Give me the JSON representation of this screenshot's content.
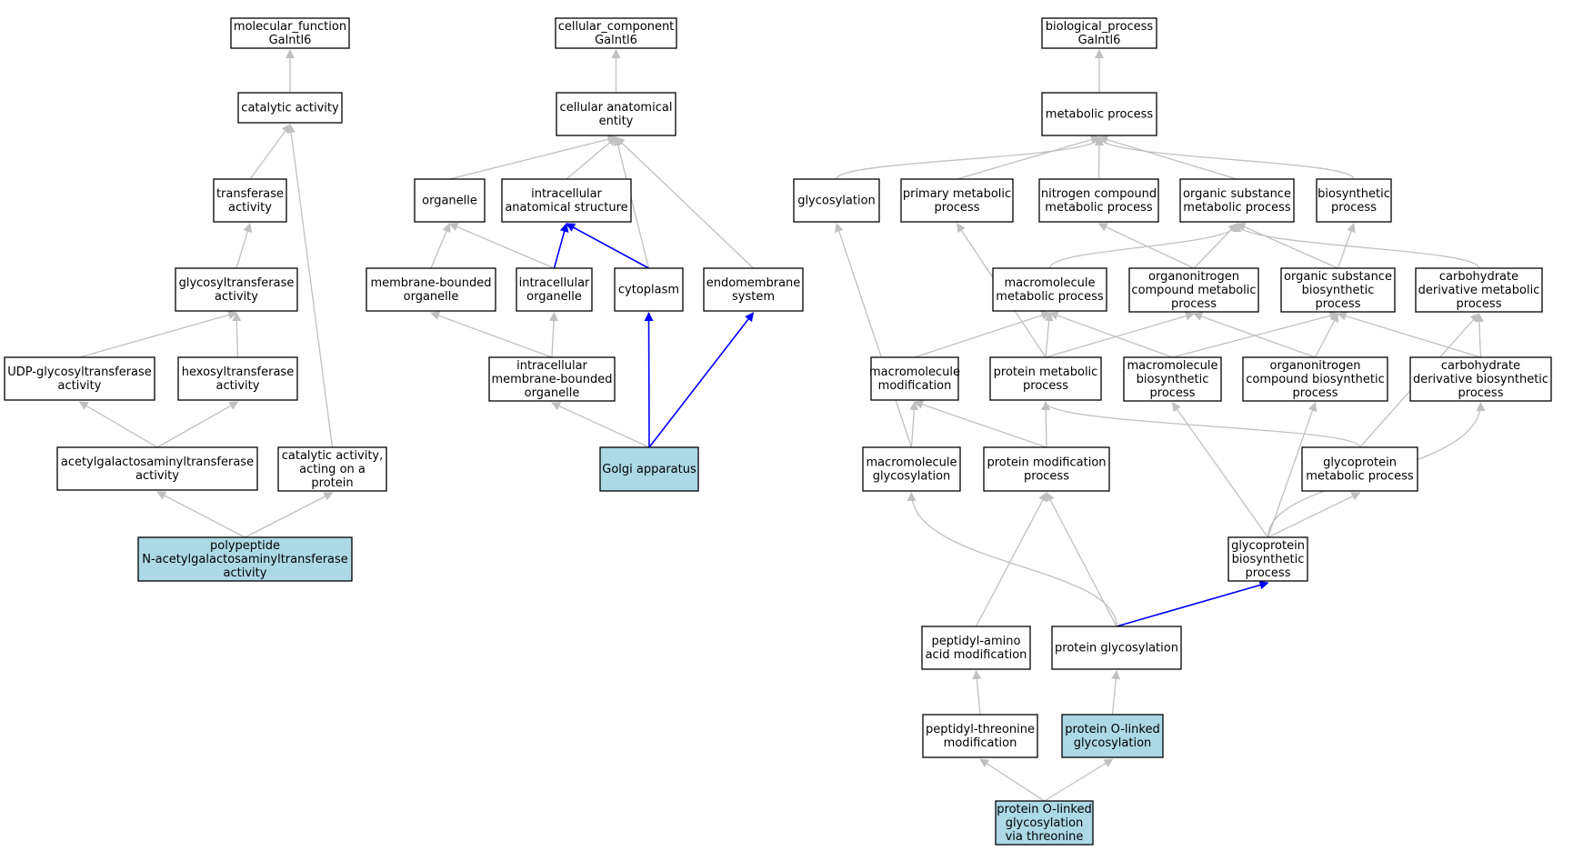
{
  "colors": {
    "highlight_fill": "#add8e6",
    "node_fill": "#ffffff",
    "edge_gray": "#c0c0c0",
    "edge_blue": "#0000ff"
  },
  "nodes": [
    {
      "id": "mf_root",
      "lines": [
        "molecular_function",
        "Galntl6"
      ]
    },
    {
      "id": "catalytic",
      "lines": [
        "catalytic activity"
      ]
    },
    {
      "id": "transferase",
      "lines": [
        "transferase",
        "activity"
      ]
    },
    {
      "id": "glycosyltransferase",
      "lines": [
        "glycosyltransferase",
        "activity"
      ]
    },
    {
      "id": "udp_glyco",
      "lines": [
        "UDP-glycosyltransferase",
        "activity"
      ]
    },
    {
      "id": "hexosyl",
      "lines": [
        "hexosyltransferase",
        "activity"
      ]
    },
    {
      "id": "acetylgal",
      "lines": [
        "acetylgalactosaminyltransferase",
        "activity"
      ]
    },
    {
      "id": "cat_protein",
      "lines": [
        "catalytic activity,",
        "acting on a",
        "protein"
      ]
    },
    {
      "id": "polypeptide",
      "lines": [
        "polypeptide",
        "N-acetylgalactosaminyltransferase",
        "activity"
      ],
      "highlight": true
    },
    {
      "id": "cc_root",
      "lines": [
        "cellular_component",
        "Galntl6"
      ]
    },
    {
      "id": "cae",
      "lines": [
        "cellular anatomical",
        "entity"
      ]
    },
    {
      "id": "organelle",
      "lines": [
        "organelle"
      ]
    },
    {
      "id": "ias",
      "lines": [
        "intracellular",
        "anatomical structure"
      ]
    },
    {
      "id": "mbo",
      "lines": [
        "membrane-bounded",
        "organelle"
      ]
    },
    {
      "id": "io",
      "lines": [
        "intracellular",
        "organelle"
      ]
    },
    {
      "id": "cytoplasm",
      "lines": [
        "cytoplasm"
      ]
    },
    {
      "id": "endomem",
      "lines": [
        "endomembrane",
        "system"
      ]
    },
    {
      "id": "imbo",
      "lines": [
        "intracellular",
        "membrane-bounded",
        "organelle"
      ]
    },
    {
      "id": "golgi",
      "lines": [
        "Golgi apparatus"
      ],
      "highlight": true
    },
    {
      "id": "bp_root",
      "lines": [
        "biological_process",
        "Galntl6"
      ]
    },
    {
      "id": "metabolic",
      "lines": [
        "metabolic process"
      ]
    },
    {
      "id": "glycosylation",
      "lines": [
        "glycosylation"
      ]
    },
    {
      "id": "primary_met",
      "lines": [
        "primary metabolic",
        "process"
      ]
    },
    {
      "id": "nitrogen_met",
      "lines": [
        "nitrogen compound",
        "metabolic process"
      ]
    },
    {
      "id": "organic_met",
      "lines": [
        "organic substance",
        "metabolic process"
      ]
    },
    {
      "id": "biosynthetic",
      "lines": [
        "biosynthetic",
        "process"
      ]
    },
    {
      "id": "macro_met",
      "lines": [
        "macromolecule",
        "metabolic process"
      ]
    },
    {
      "id": "orgnitro_met",
      "lines": [
        "organonitrogen",
        "compound metabolic",
        "process"
      ]
    },
    {
      "id": "organic_bio",
      "lines": [
        "organic substance",
        "biosynthetic",
        "process"
      ]
    },
    {
      "id": "carb_met",
      "lines": [
        "carbohydrate",
        "derivative metabolic",
        "process"
      ]
    },
    {
      "id": "macro_mod",
      "lines": [
        "macromolecule",
        "modification"
      ]
    },
    {
      "id": "protein_met",
      "lines": [
        "protein metabolic",
        "process"
      ]
    },
    {
      "id": "macro_bio",
      "lines": [
        "macromolecule",
        "biosynthetic",
        "process"
      ]
    },
    {
      "id": "orgnitro_bio",
      "lines": [
        "organonitrogen",
        "compound biosynthetic",
        "process"
      ]
    },
    {
      "id": "carb_bio",
      "lines": [
        "carbohydrate",
        "derivative biosynthetic",
        "process"
      ]
    },
    {
      "id": "macro_glyco",
      "lines": [
        "macromolecule",
        "glycosylation"
      ]
    },
    {
      "id": "protein_mod",
      "lines": [
        "protein modification",
        "process"
      ]
    },
    {
      "id": "glycoprot_met",
      "lines": [
        "glycoprotein",
        "metabolic process"
      ]
    },
    {
      "id": "glycoprot_bio",
      "lines": [
        "glycoprotein",
        "biosynthetic",
        "process"
      ]
    },
    {
      "id": "peptidyl_aa",
      "lines": [
        "peptidyl-amino",
        "acid modification"
      ]
    },
    {
      "id": "protein_glyco",
      "lines": [
        "protein glycosylation"
      ]
    },
    {
      "id": "peptidyl_thr",
      "lines": [
        "peptidyl-threonine",
        "modification"
      ]
    },
    {
      "id": "o_linked",
      "lines": [
        "protein O-linked",
        "glycosylation"
      ],
      "highlight": true
    },
    {
      "id": "o_linked_thr",
      "lines": [
        "protein O-linked",
        "glycosylation",
        "via threonine"
      ],
      "highlight": true
    }
  ],
  "edges": [
    {
      "from": "catalytic",
      "to": "mf_root"
    },
    {
      "from": "transferase",
      "to": "catalytic"
    },
    {
      "from": "cat_protein",
      "to": "catalytic"
    },
    {
      "from": "glycosyltransferase",
      "to": "transferase"
    },
    {
      "from": "udp_glyco",
      "to": "glycosyltransferase"
    },
    {
      "from": "hexosyl",
      "to": "glycosyltransferase"
    },
    {
      "from": "acetylgal",
      "to": "udp_glyco"
    },
    {
      "from": "acetylgal",
      "to": "hexosyl"
    },
    {
      "from": "polypeptide",
      "to": "acetylgal"
    },
    {
      "from": "polypeptide",
      "to": "cat_protein"
    },
    {
      "from": "cae",
      "to": "cc_root"
    },
    {
      "from": "organelle",
      "to": "cae"
    },
    {
      "from": "ias",
      "to": "cae"
    },
    {
      "from": "cytoplasm",
      "to": "cae"
    },
    {
      "from": "endomem",
      "to": "cae"
    },
    {
      "from": "mbo",
      "to": "organelle"
    },
    {
      "from": "io",
      "to": "organelle"
    },
    {
      "from": "io",
      "to": "ias",
      "blue": true
    },
    {
      "from": "cytoplasm",
      "to": "ias",
      "blue": true
    },
    {
      "from": "imbo",
      "to": "mbo"
    },
    {
      "from": "imbo",
      "to": "io"
    },
    {
      "from": "golgi",
      "to": "imbo"
    },
    {
      "from": "golgi",
      "to": "cytoplasm",
      "blue": true
    },
    {
      "from": "golgi",
      "to": "endomem",
      "blue": true
    },
    {
      "from": "metabolic",
      "to": "bp_root"
    },
    {
      "from": "glycosylation",
      "to": "metabolic"
    },
    {
      "from": "primary_met",
      "to": "metabolic"
    },
    {
      "from": "nitrogen_met",
      "to": "metabolic"
    },
    {
      "from": "organic_met",
      "to": "metabolic"
    },
    {
      "from": "biosynthetic",
      "to": "metabolic"
    },
    {
      "from": "macro_met",
      "to": "organic_met"
    },
    {
      "from": "orgnitro_met",
      "to": "organic_met"
    },
    {
      "from": "orgnitro_met",
      "to": "nitrogen_met"
    },
    {
      "from": "organic_bio",
      "to": "organic_met"
    },
    {
      "from": "organic_bio",
      "to": "biosynthetic"
    },
    {
      "from": "carb_met",
      "to": "organic_met"
    },
    {
      "from": "macro_mod",
      "to": "macro_met"
    },
    {
      "from": "protein_met",
      "to": "macro_met"
    },
    {
      "from": "protein_met",
      "to": "orgnitro_met"
    },
    {
      "from": "protein_met",
      "to": "primary_met"
    },
    {
      "from": "macro_bio",
      "to": "macro_met"
    },
    {
      "from": "macro_bio",
      "to": "organic_bio"
    },
    {
      "from": "orgnitro_bio",
      "to": "orgnitro_met"
    },
    {
      "from": "orgnitro_bio",
      "to": "organic_bio"
    },
    {
      "from": "carb_bio",
      "to": "organic_bio"
    },
    {
      "from": "carb_bio",
      "to": "carb_met"
    },
    {
      "from": "macro_glyco",
      "to": "macro_mod"
    },
    {
      "from": "macro_glyco",
      "to": "glycosylation"
    },
    {
      "from": "protein_mod",
      "to": "macro_mod"
    },
    {
      "from": "protein_mod",
      "to": "protein_met"
    },
    {
      "from": "glycoprot_met",
      "to": "protein_met"
    },
    {
      "from": "glycoprot_met",
      "to": "carb_met"
    },
    {
      "from": "glycoprot_bio",
      "to": "glycoprot_met"
    },
    {
      "from": "glycoprot_bio",
      "to": "macro_bio"
    },
    {
      "from": "glycoprot_bio",
      "to": "orgnitro_bio"
    },
    {
      "from": "glycoprot_bio",
      "to": "carb_bio"
    },
    {
      "from": "protein_glyco",
      "to": "macro_glyco"
    },
    {
      "from": "protein_glyco",
      "to": "protein_mod"
    },
    {
      "from": "protein_glyco",
      "to": "glycoprot_bio",
      "blue": true
    },
    {
      "from": "peptidyl_aa",
      "to": "protein_mod"
    },
    {
      "from": "peptidyl_thr",
      "to": "peptidyl_aa"
    },
    {
      "from": "o_linked",
      "to": "protein_glyco"
    },
    {
      "from": "o_linked_thr",
      "to": "peptidyl_thr"
    },
    {
      "from": "o_linked_thr",
      "to": "o_linked"
    }
  ]
}
